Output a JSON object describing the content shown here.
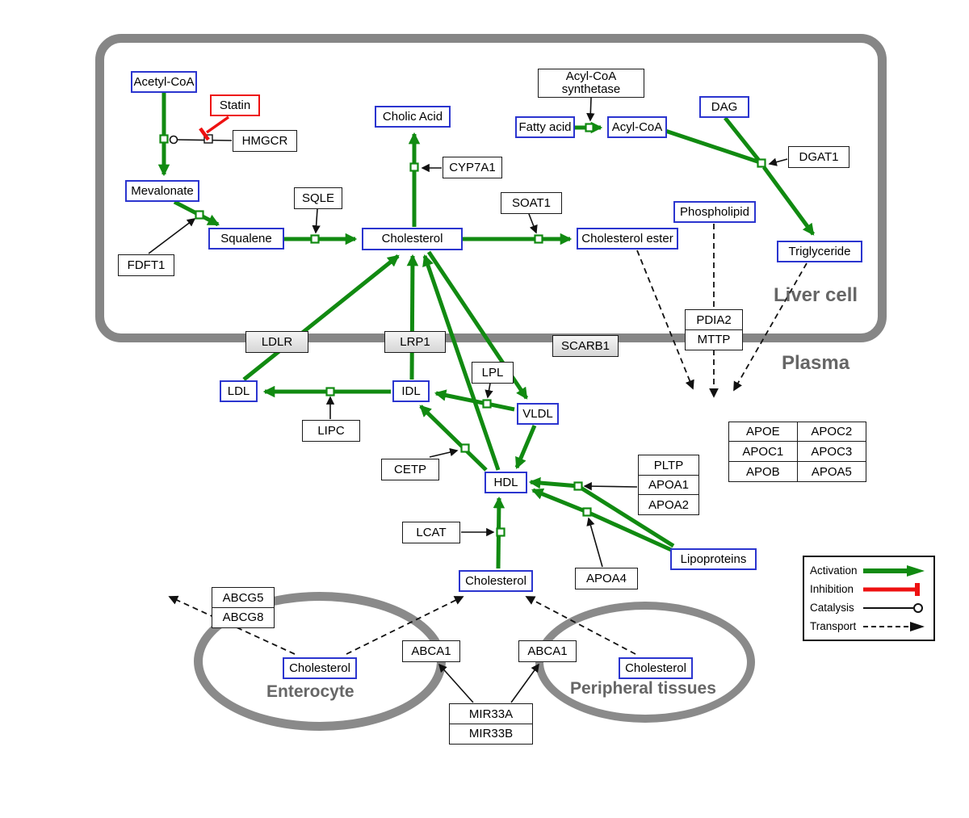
{
  "colors": {
    "activation": "#118a11",
    "inhibition": "#ee1111",
    "metabolite_border": "#2b35cf",
    "membrane": "#868686",
    "region_label": "#666666"
  },
  "regions": {
    "liver": "Liver cell",
    "plasma": "Plasma",
    "enterocyte": "Enterocyte",
    "peripheral": "Peripheral tissues"
  },
  "nodes": {
    "acetyl_coa": "Acetyl-CoA",
    "statin": "Statin",
    "hmgcr": "HMGCR",
    "mevalonate": "Mevalonate",
    "sqle": "SQLE",
    "squalene": "Squalene",
    "fdft1": "FDFT1",
    "cholic_acid": "Cholic Acid",
    "cyp7a1": "CYP7A1",
    "cholesterol_liver": "Cholesterol",
    "soat1": "SOAT1",
    "cholesterol_ester": "Cholesterol ester",
    "acyl_coa_synthetase_line1": "Acyl-CoA",
    "acyl_coa_synthetase_line2": "synthetase",
    "fatty_acid": "Fatty acid",
    "acyl_coa": "Acyl-CoA",
    "dag": "DAG",
    "dgat1": "DGAT1",
    "phospholipid": "Phospholipid",
    "triglyceride": "Triglyceride",
    "ldlr": "LDLR",
    "lrp1": "LRP1",
    "scarb1": "SCARB1",
    "pdia2": "PDIA2",
    "mttp": "MTTP",
    "ldl": "LDL",
    "idl": "IDL",
    "lipc": "LIPC",
    "lpl": "LPL",
    "vldl": "VLDL",
    "cetp": "CETP",
    "hdl": "HDL",
    "pltp": "PLTP",
    "apoa1": "APOA1",
    "apoa2": "APOA2",
    "lcat": "LCAT",
    "apoa4": "APOA4",
    "lipoproteins": "Lipoproteins",
    "cholesterol_plasma": "Cholesterol",
    "abcg5": "ABCG5",
    "abcg8": "ABCG8",
    "cholesterol_enterocyte": "Cholesterol",
    "abca1_enterocyte": "ABCA1",
    "abca1_peripheral": "ABCA1",
    "cholesterol_peripheral": "Cholesterol",
    "mir33a": "MIR33A",
    "mir33b": "MIR33B"
  },
  "apolipoprotein_table": {
    "rows": [
      [
        "APOE",
        "APOC2"
      ],
      [
        "APOC1",
        "APOC3"
      ],
      [
        "APOB",
        "APOA5"
      ]
    ]
  },
  "legend": {
    "items": [
      {
        "label": "Activation",
        "type": "activation"
      },
      {
        "label": "Inhibition",
        "type": "inhibition"
      },
      {
        "label": "Catalysis",
        "type": "catalysis"
      },
      {
        "label": "Transport",
        "type": "transport"
      }
    ]
  }
}
